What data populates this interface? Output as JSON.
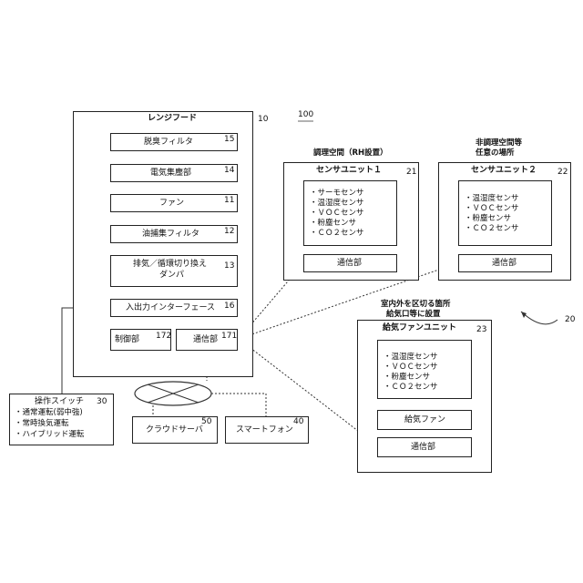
{
  "ref_system": "100",
  "ref_group": "20",
  "range_hood": {
    "title": "レンジフード",
    "ref": "10",
    "deodor_filter": {
      "label": "脱臭フィルタ",
      "ref": "15"
    },
    "electric_collector": {
      "label": "電気集塵部",
      "ref": "14"
    },
    "fan": {
      "label": "ファン",
      "ref": "11"
    },
    "oil_filter": {
      "label": "油捕集フィルタ",
      "ref": "12"
    },
    "damper": {
      "line1": "排気／循環切り換え",
      "line2": "ダンパ",
      "ref": "13"
    },
    "io_interface": {
      "label": "入出力インターフェース",
      "ref": "16"
    },
    "control": {
      "label": "制御部",
      "ref": "172"
    },
    "comm": {
      "label": "通信部",
      "ref": "171"
    }
  },
  "switch": {
    "title": "操作スイッチ",
    "ref": "30",
    "items": [
      "・通常運転(弱中強)",
      "・常時換気運転",
      "・ハイブリッド運転"
    ]
  },
  "cloud": {
    "label": "クラウドサーバ",
    "ref": "50"
  },
  "phone": {
    "label": "スマートフォン",
    "ref": "40"
  },
  "sensor1": {
    "heading": "調理空間（RH設置）",
    "title": "センサユニット１",
    "ref": "21",
    "items": [
      "・サーモセンサ",
      "・温湿度センサ",
      "・ＶＯＣセンサ",
      "・粉塵センサ",
      "・ＣＯ２センサ"
    ],
    "comm": "通信部"
  },
  "sensor2": {
    "heading1": "非調理空間等",
    "heading2": "任意の場所",
    "title": "センサユニット２",
    "ref": "22",
    "items": [
      "・温湿度センサ",
      "・ＶＯＣセンサ",
      "・粉塵センサ",
      "・ＣＯ２センサ"
    ],
    "comm": "通信部"
  },
  "supply_fan": {
    "heading1": "室内外を区切る箇所",
    "heading2": "給気口等に設置",
    "title": "給気ファンユニット",
    "ref": "23",
    "items": [
      "・温湿度センサ",
      "・ＶＯＣセンサ",
      "・粉塵センサ",
      "・ＣＯ２センサ"
    ],
    "fan": "給気ファン",
    "comm": "通信部"
  }
}
